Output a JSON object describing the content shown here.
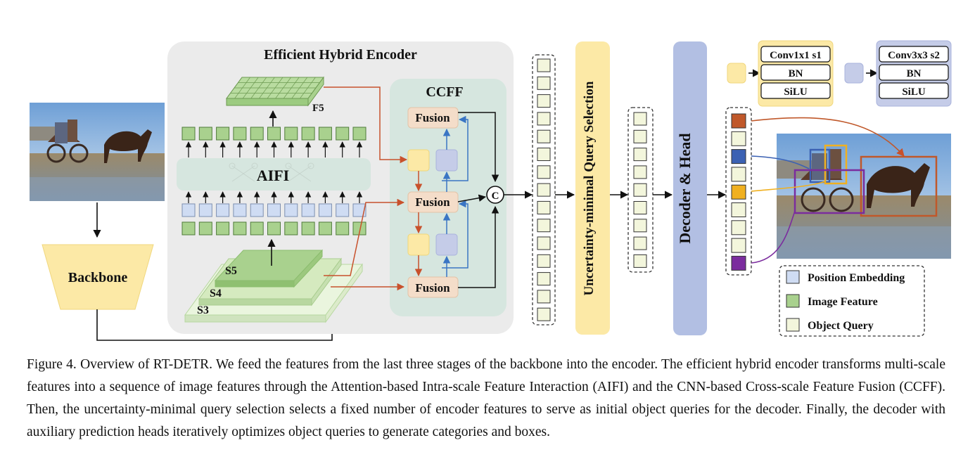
{
  "encoder": {
    "title": "Efficient Hybrid Encoder",
    "aifi_label": "AIFI",
    "f5_label": "F5"
  },
  "ccff": {
    "title": "CCFF",
    "fusion_label": "Fusion",
    "concat_label": "C"
  },
  "backbone": {
    "label": "Backbone",
    "stages": [
      "S5",
      "S4",
      "S3"
    ]
  },
  "query_selection": {
    "label": "Uncertainty-minimal Query Selection"
  },
  "decoder": {
    "label": "Decoder & Head"
  },
  "block_legends": [
    {
      "layers": [
        "Conv1x1 s1",
        "BN",
        "SiLU"
      ],
      "color": "#fce9a6",
      "border": "#f0d77e"
    },
    {
      "layers": [
        "Conv3x3 s2",
        "BN",
        "SiLU"
      ],
      "color": "#c5cce8",
      "border": "#a9b3dc"
    }
  ],
  "legend": {
    "items": [
      {
        "label": "Position Embedding",
        "color": "#cfdcf3"
      },
      {
        "label": "Image Feature",
        "color": "#a9d18e"
      },
      {
        "label": "Object Query",
        "color": "#f3f6dc"
      }
    ]
  },
  "colors": {
    "feature": "#a9d18e",
    "position": "#cfdcf3",
    "query": "#f3f6dc",
    "fusion": "#f4ddc9",
    "ccff_panel": "#d6e6df",
    "encoder_panel": "#ebebeb",
    "selection": "#fce9a6",
    "decoder": "#b2bfe3",
    "arrow_orange": "#c8512c",
    "arrow_blue": "#3a75c4"
  },
  "query_colors": [
    "#c0582a",
    "#f3f6dc",
    "#3b61b3",
    "#f3f6dc",
    "#f0b020",
    "#f3f6dc",
    "#f3f6dc",
    "#f3f6dc",
    "#7b2c9e"
  ],
  "caption": "Figure 4. Overview of RT-DETR. We feed the features from the last three stages of the backbone into the encoder. The efficient hybrid encoder transforms multi-scale features into a sequence of image features through the Attention-based Intra-scale Feature Interaction (AIFI) and the CNN-based Cross-scale Feature Fusion (CCFF). Then, the uncertainty-minimal query selection selects a fixed number of encoder features to serve as initial object queries for the decoder. Finally, the decoder with auxiliary prediction heads iteratively optimizes object queries to generate categories and boxes."
}
